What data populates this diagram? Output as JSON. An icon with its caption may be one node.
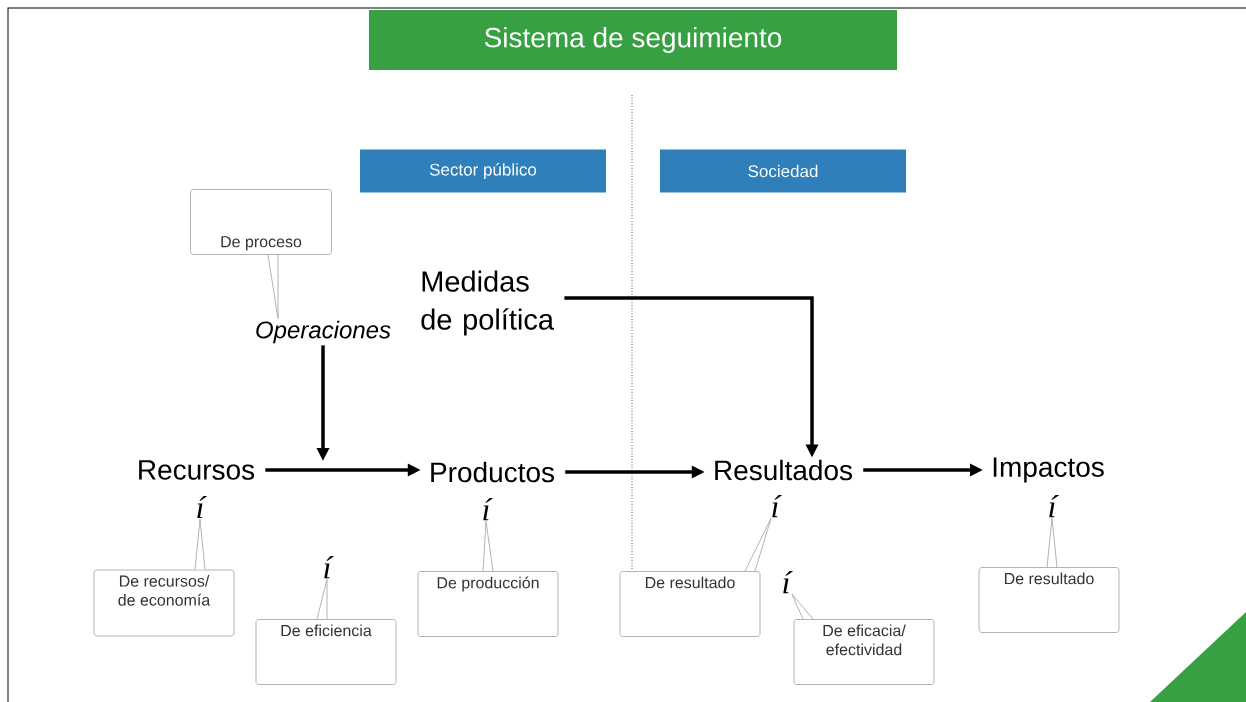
{
  "diagram": {
    "title": "Sistema de seguimiento",
    "nodes": [
      {
        "text": [
          "Sector público"
        ]
      },
      {
        "text": [
          "Sociedad"
        ]
      },
      {
        "text": [
          "De proceso"
        ]
      },
      {
        "text": [
          "Medidas de política"
        ]
      },
      {
        "text": [
          "Operaciones"
        ]
      },
      {
        "text": [
          "Recursos"
        ]
      },
      {
        "text": [
          "Productos"
        ]
      },
      {
        "text": [
          "Resultados"
        ]
      },
      {
        "text": [
          "Impactos"
        ]
      },
      {
        "text": [
          "í"
        ]
      },
      {
        "text": [
          "í"
        ]
      },
      {
        "text": [
          "í"
        ]
      },
      {
        "text": [
          "í"
        ]
      },
      {
        "text": [
          "í"
        ]
      },
      {
        "text": [
          "í"
        ]
      },
      {
        "text": [
          "De recursos/ de economía"
        ]
      },
      {
        "text": [
          "De eficiencia"
        ]
      },
      {
        "text": [
          "De producción"
        ]
      },
      {
        "text": [
          "De resultado"
        ]
      },
      {
        "text": [
          "De eficacia/ efectividad"
        ]
      },
      {
        "text": [
          "De resultado"
        ]
      }
    ],
    "edges": [
      {
        "from": 2,
        "to": 4,
        "arrow": "none"
      },
      {
        "from": 3,
        "to": 7,
        "arrow": "to",
        "style": "thick",
        "color": "#000000"
      },
      {
        "from": 4,
        "to": null,
        "arrow": "to",
        "style": "thick",
        "color": "#000000"
      },
      {
        "from": 5,
        "to": 6,
        "arrow": "to",
        "style": "thick",
        "color": "#000000"
      },
      {
        "from": 6,
        "to": 7,
        "arrow": "to",
        "style": "thick",
        "color": "#000000"
      },
      {
        "from": 7,
        "to": 8,
        "arrow": "to",
        "style": "thick",
        "color": "#000000"
      },
      {
        "from": 15,
        "to": 9,
        "arrow": "none"
      },
      {
        "from": 16,
        "to": 13,
        "arrow": "none"
      },
      {
        "from": 17,
        "to": 10,
        "arrow": "none"
      },
      {
        "from": 18,
        "to": 11,
        "arrow": "none"
      },
      {
        "from": 19,
        "to": 14,
        "arrow": "none"
      },
      {
        "from": 20,
        "to": 12,
        "arrow": "none"
      }
    ]
  }
}
